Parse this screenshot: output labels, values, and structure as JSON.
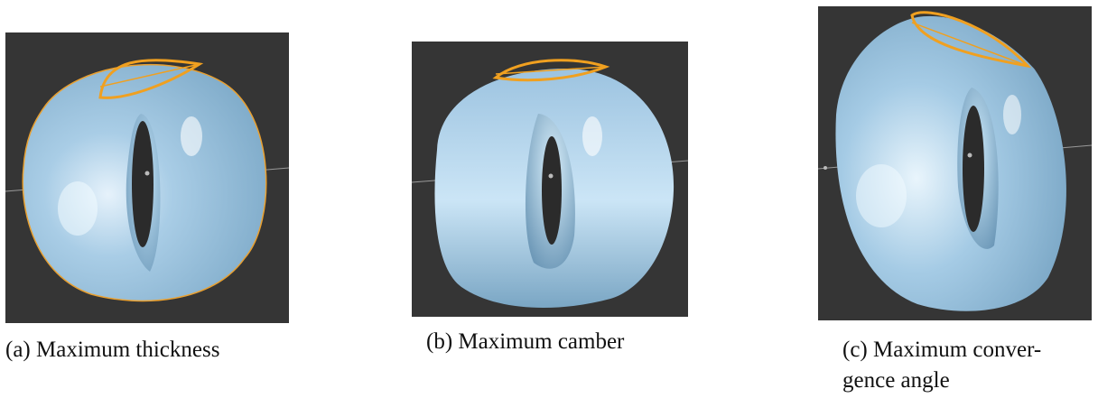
{
  "figures": [
    {
      "caption_label": "(a)",
      "caption_text": "Maximum thickness"
    },
    {
      "caption_label": "(b)",
      "caption_text": "Maximum camber"
    },
    {
      "caption_label": "(c)",
      "caption_text": "Maximum conver-",
      "caption_text_line2": "gence angle"
    }
  ],
  "colors": {
    "viewport_background": "#353535",
    "surface": "#8fb9d8",
    "airfoil_outline": "#f0a020",
    "axis_line": "#9a9a9a"
  }
}
